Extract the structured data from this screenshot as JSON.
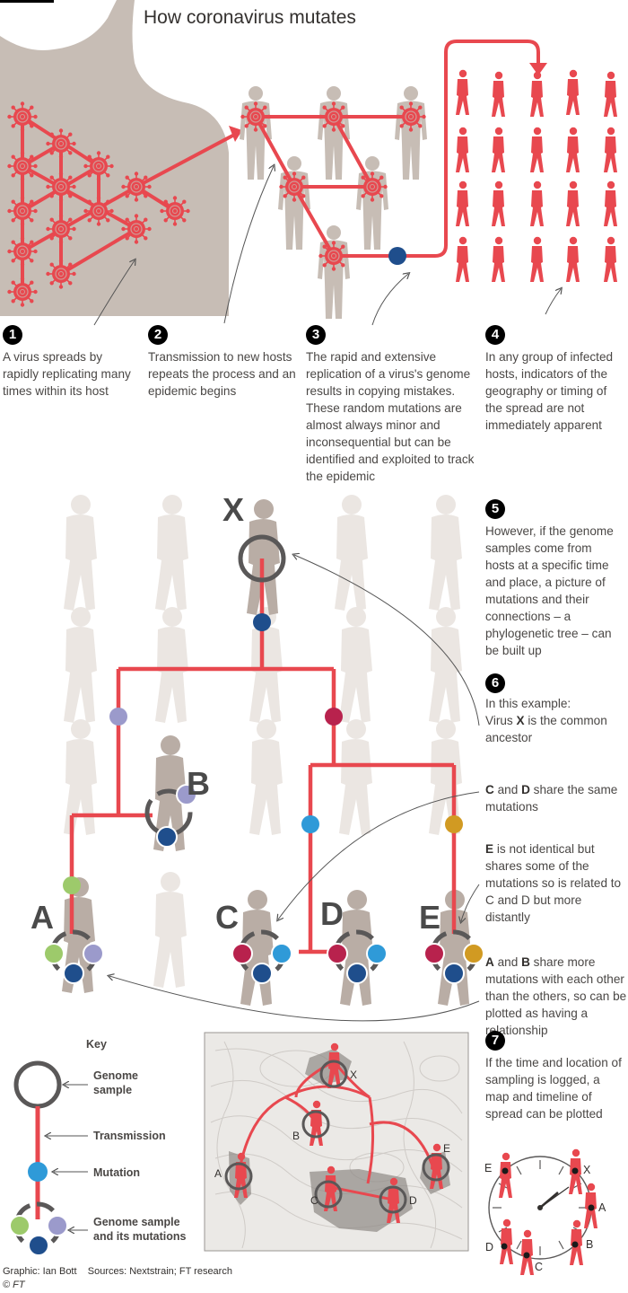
{
  "title": "How coronavirus mutates",
  "steps": [
    {
      "num": "1",
      "text": "A virus spreads by rapidly replicating many times within its host"
    },
    {
      "num": "2",
      "text": "Transmission to new hosts repeats the process and an epidemic begins"
    },
    {
      "num": "3",
      "text": "The rapid and extensive replication of a virus's genome results in copying mistakes. These random mutations are almost always minor and inconsequential but can be identified and exploited to track the epidemic"
    },
    {
      "num": "4",
      "text": "In any group of infected hosts, indicators of the geography or timing of the spread are not immediately apparent"
    },
    {
      "num": "5",
      "text": "However, if the genome samples come from hosts at a specific time and place, a picture of mutations and their connections – a phylogenetic tree – can be built up"
    },
    {
      "num": "6",
      "intro": "In this example:",
      "line_pre": "Virus ",
      "line_bold": "X",
      "line_post": " is the common ancestor"
    },
    {
      "num": "7",
      "text": "If the time and location of sampling is logged, a map and timeline of spread can be plotted"
    }
  ],
  "notes": {
    "cd": {
      "bold1": "C",
      "mid": " and ",
      "bold2": "D",
      "post": " share the same mutations"
    },
    "e": {
      "bold1": "E",
      "post": " is not identical but shares some of the mutations so is related to C and D but more distantly"
    },
    "ab": {
      "bold1": "A",
      "mid": " and ",
      "bold2": "B",
      "post": " share more mutations with each other than the others, so can be plotted as having a relationship"
    }
  },
  "tree_labels": {
    "x": "X",
    "a": "A",
    "b": "B",
    "c": "C",
    "d": "D",
    "e": "E"
  },
  "key": {
    "title": "Key",
    "genome_sample": "Genome sample",
    "transmission": "Transmission",
    "mutation": "Mutation",
    "genome_mutations": "Genome sample and its mutations"
  },
  "map_labels": {
    "x": "X",
    "a": "A",
    "b": "B",
    "c": "C",
    "d": "D",
    "e": "E"
  },
  "clock_labels": {
    "e": "E",
    "x": "X",
    "a": "A",
    "d": "D",
    "b": "B",
    "c": "C"
  },
  "footer": {
    "credit": "Graphic: Ian Bott    Sources: Nextstrain; FT research",
    "copyright": "© FT"
  },
  "colors": {
    "virus_red": "#e8484f",
    "body_beige": "#c7bdb5",
    "silhouette_grey": "#bdb5af",
    "faint_grey": "#e8e2dd",
    "mutation_navy": "#1f4e8c",
    "mutation_lavender": "#9b9acb",
    "mutation_crimson": "#b8224d",
    "mutation_cyan": "#2f9ad8",
    "mutation_gold": "#d19a22",
    "mutation_green": "#9dca6b",
    "ring_grey": "#5a5858"
  }
}
